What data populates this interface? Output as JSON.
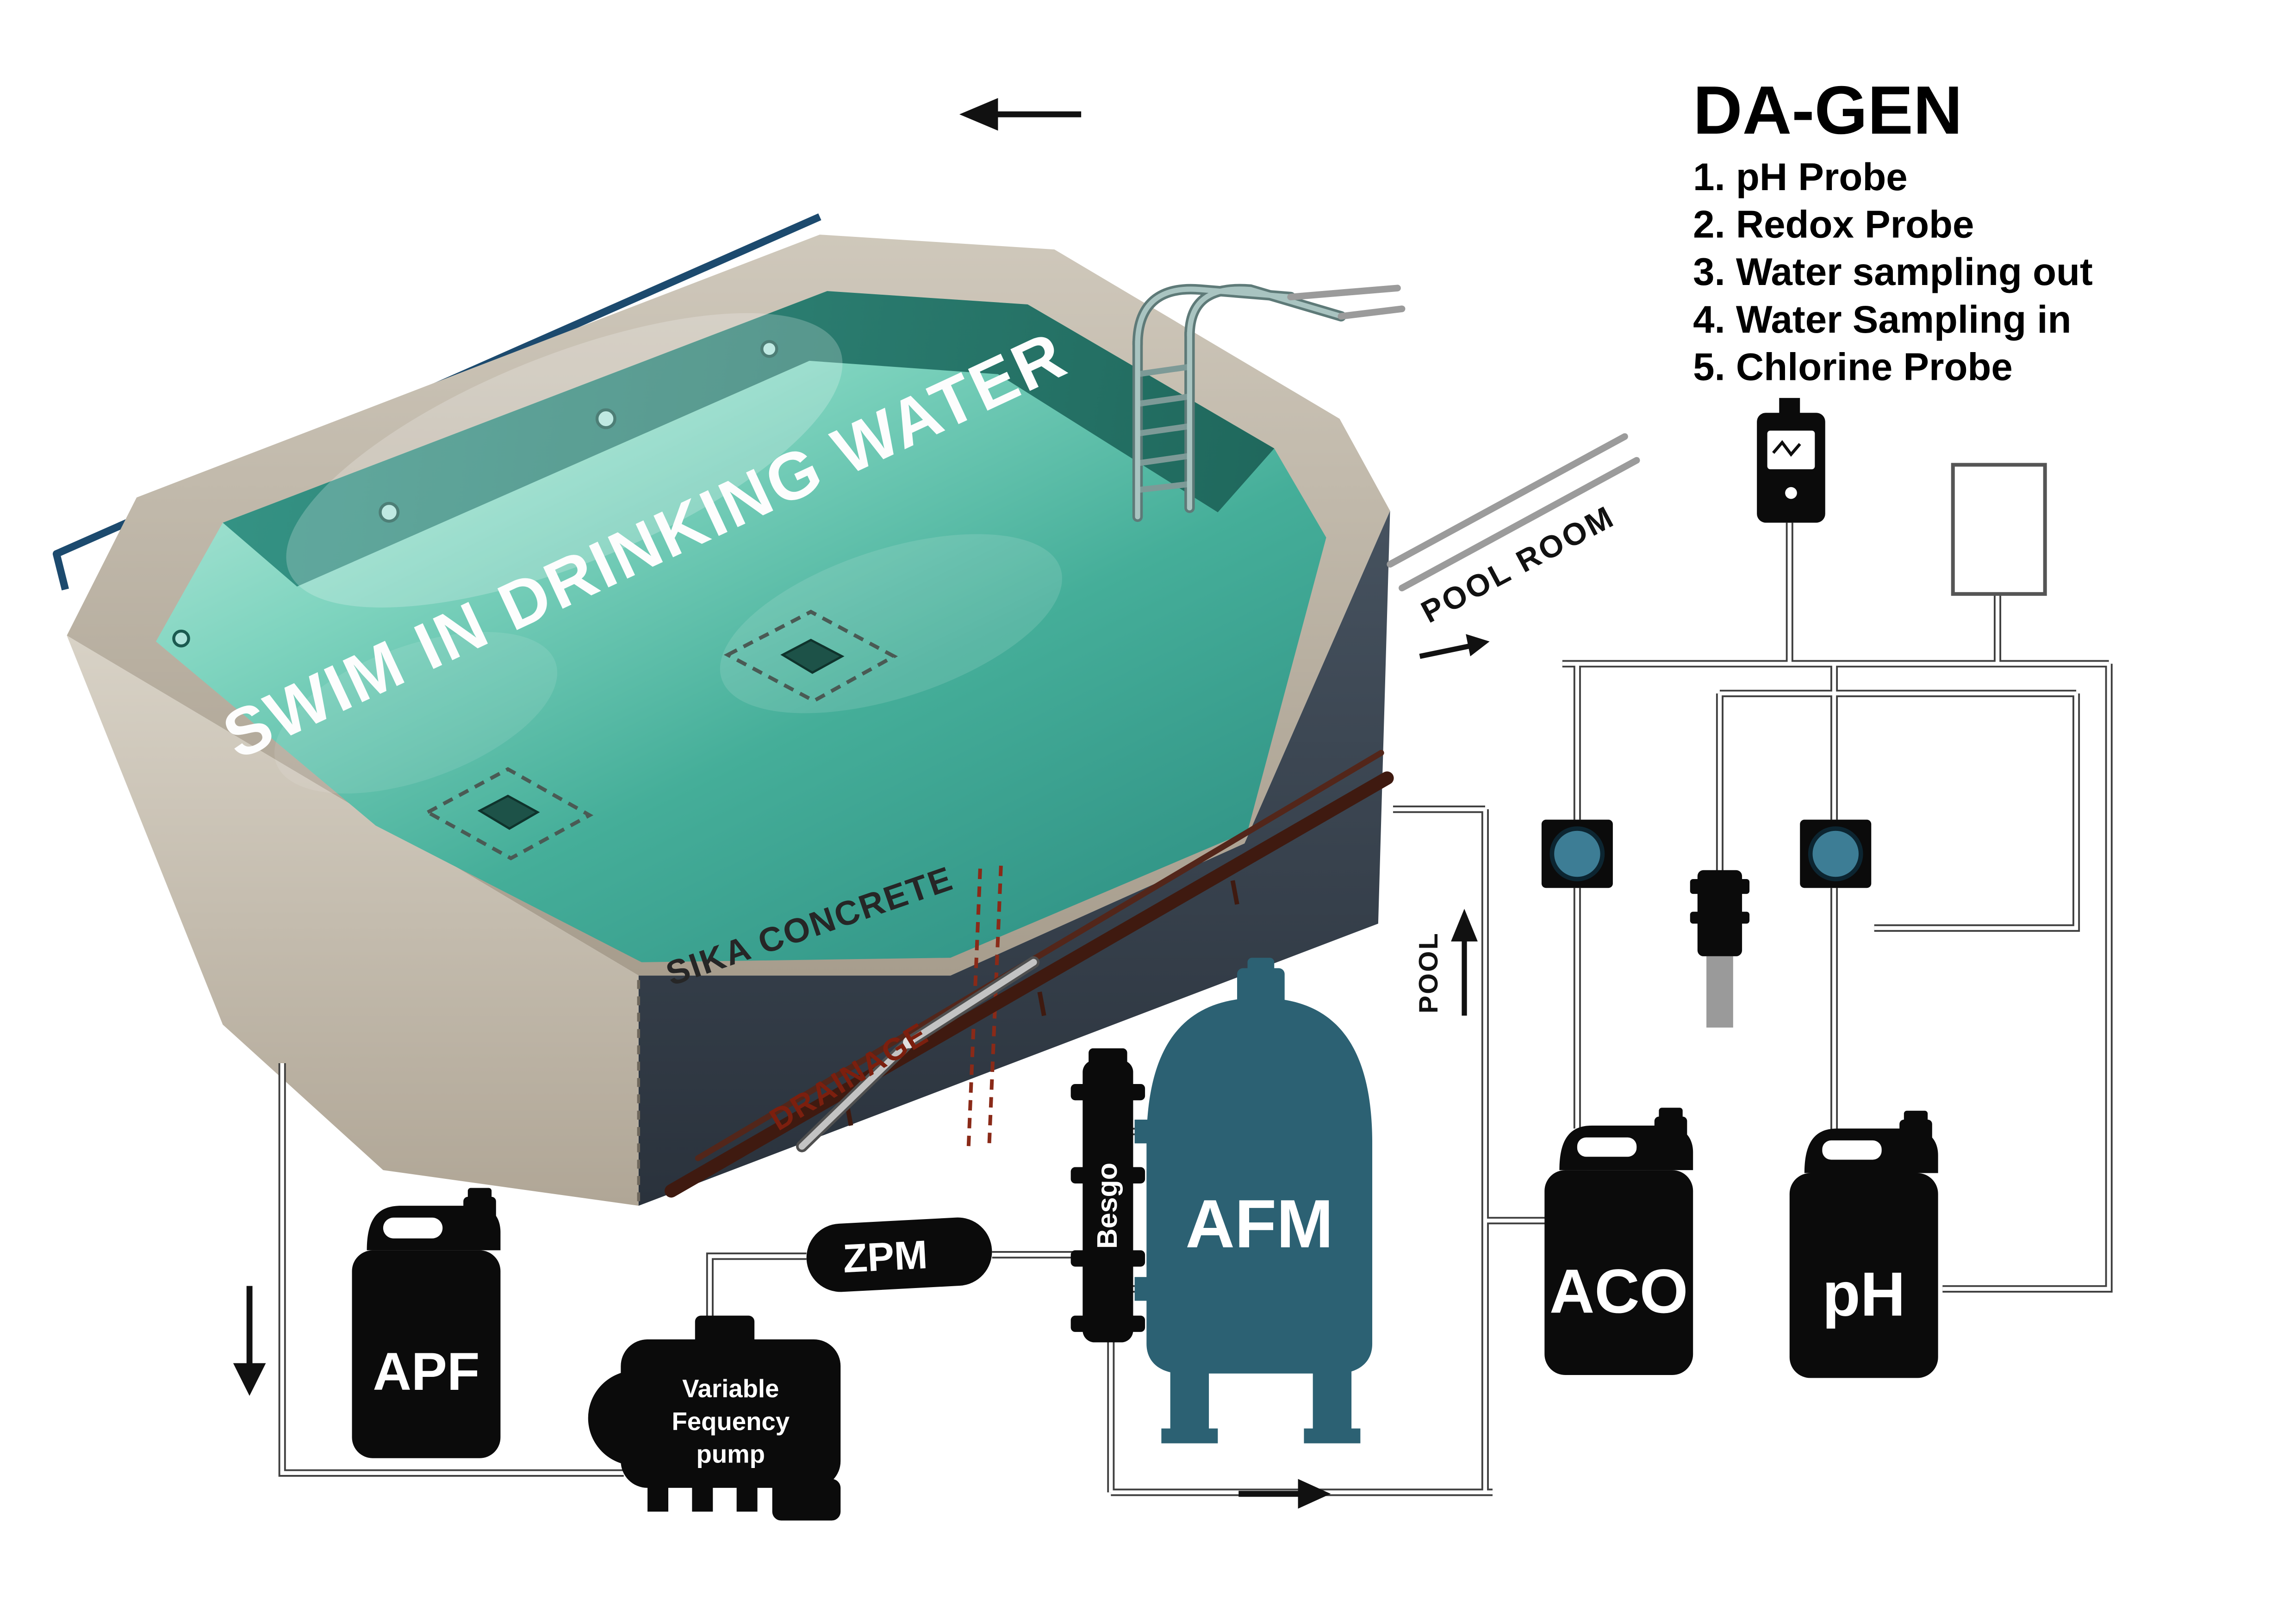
{
  "legend": {
    "title": "DA-GEN",
    "items": [
      "1. pH Probe",
      "2. Redox Probe",
      "3. Water sampling out",
      "4. Water Sampling in",
      "5. Chlorine Probe"
    ]
  },
  "pool": {
    "water_text": "SWIM IN DRINKING WATER",
    "concrete_label": "SIKA CONCRETE",
    "drainage_label": "DRAINAGE",
    "pool_room_label": "POOL ROOM",
    "pool_label": "POOL"
  },
  "components": {
    "apf": {
      "label": "APF"
    },
    "pump": {
      "lines": [
        "Variable",
        "Fequency",
        "pump"
      ]
    },
    "zpm": {
      "label": "ZPM"
    },
    "besgo": {
      "label": "Besgo"
    },
    "afm": {
      "label": "AFM"
    },
    "aco": {
      "label": "ACO"
    },
    "ph": {
      "label": "pH"
    }
  },
  "colors": {
    "water": "#46b29c",
    "tank_teal": "#2c6173",
    "rim_beige": "#b9b0a2",
    "wall_dark": "#39434e",
    "drain_red": "#7c1f0e",
    "pipe_blue": "#1c4a6e"
  }
}
